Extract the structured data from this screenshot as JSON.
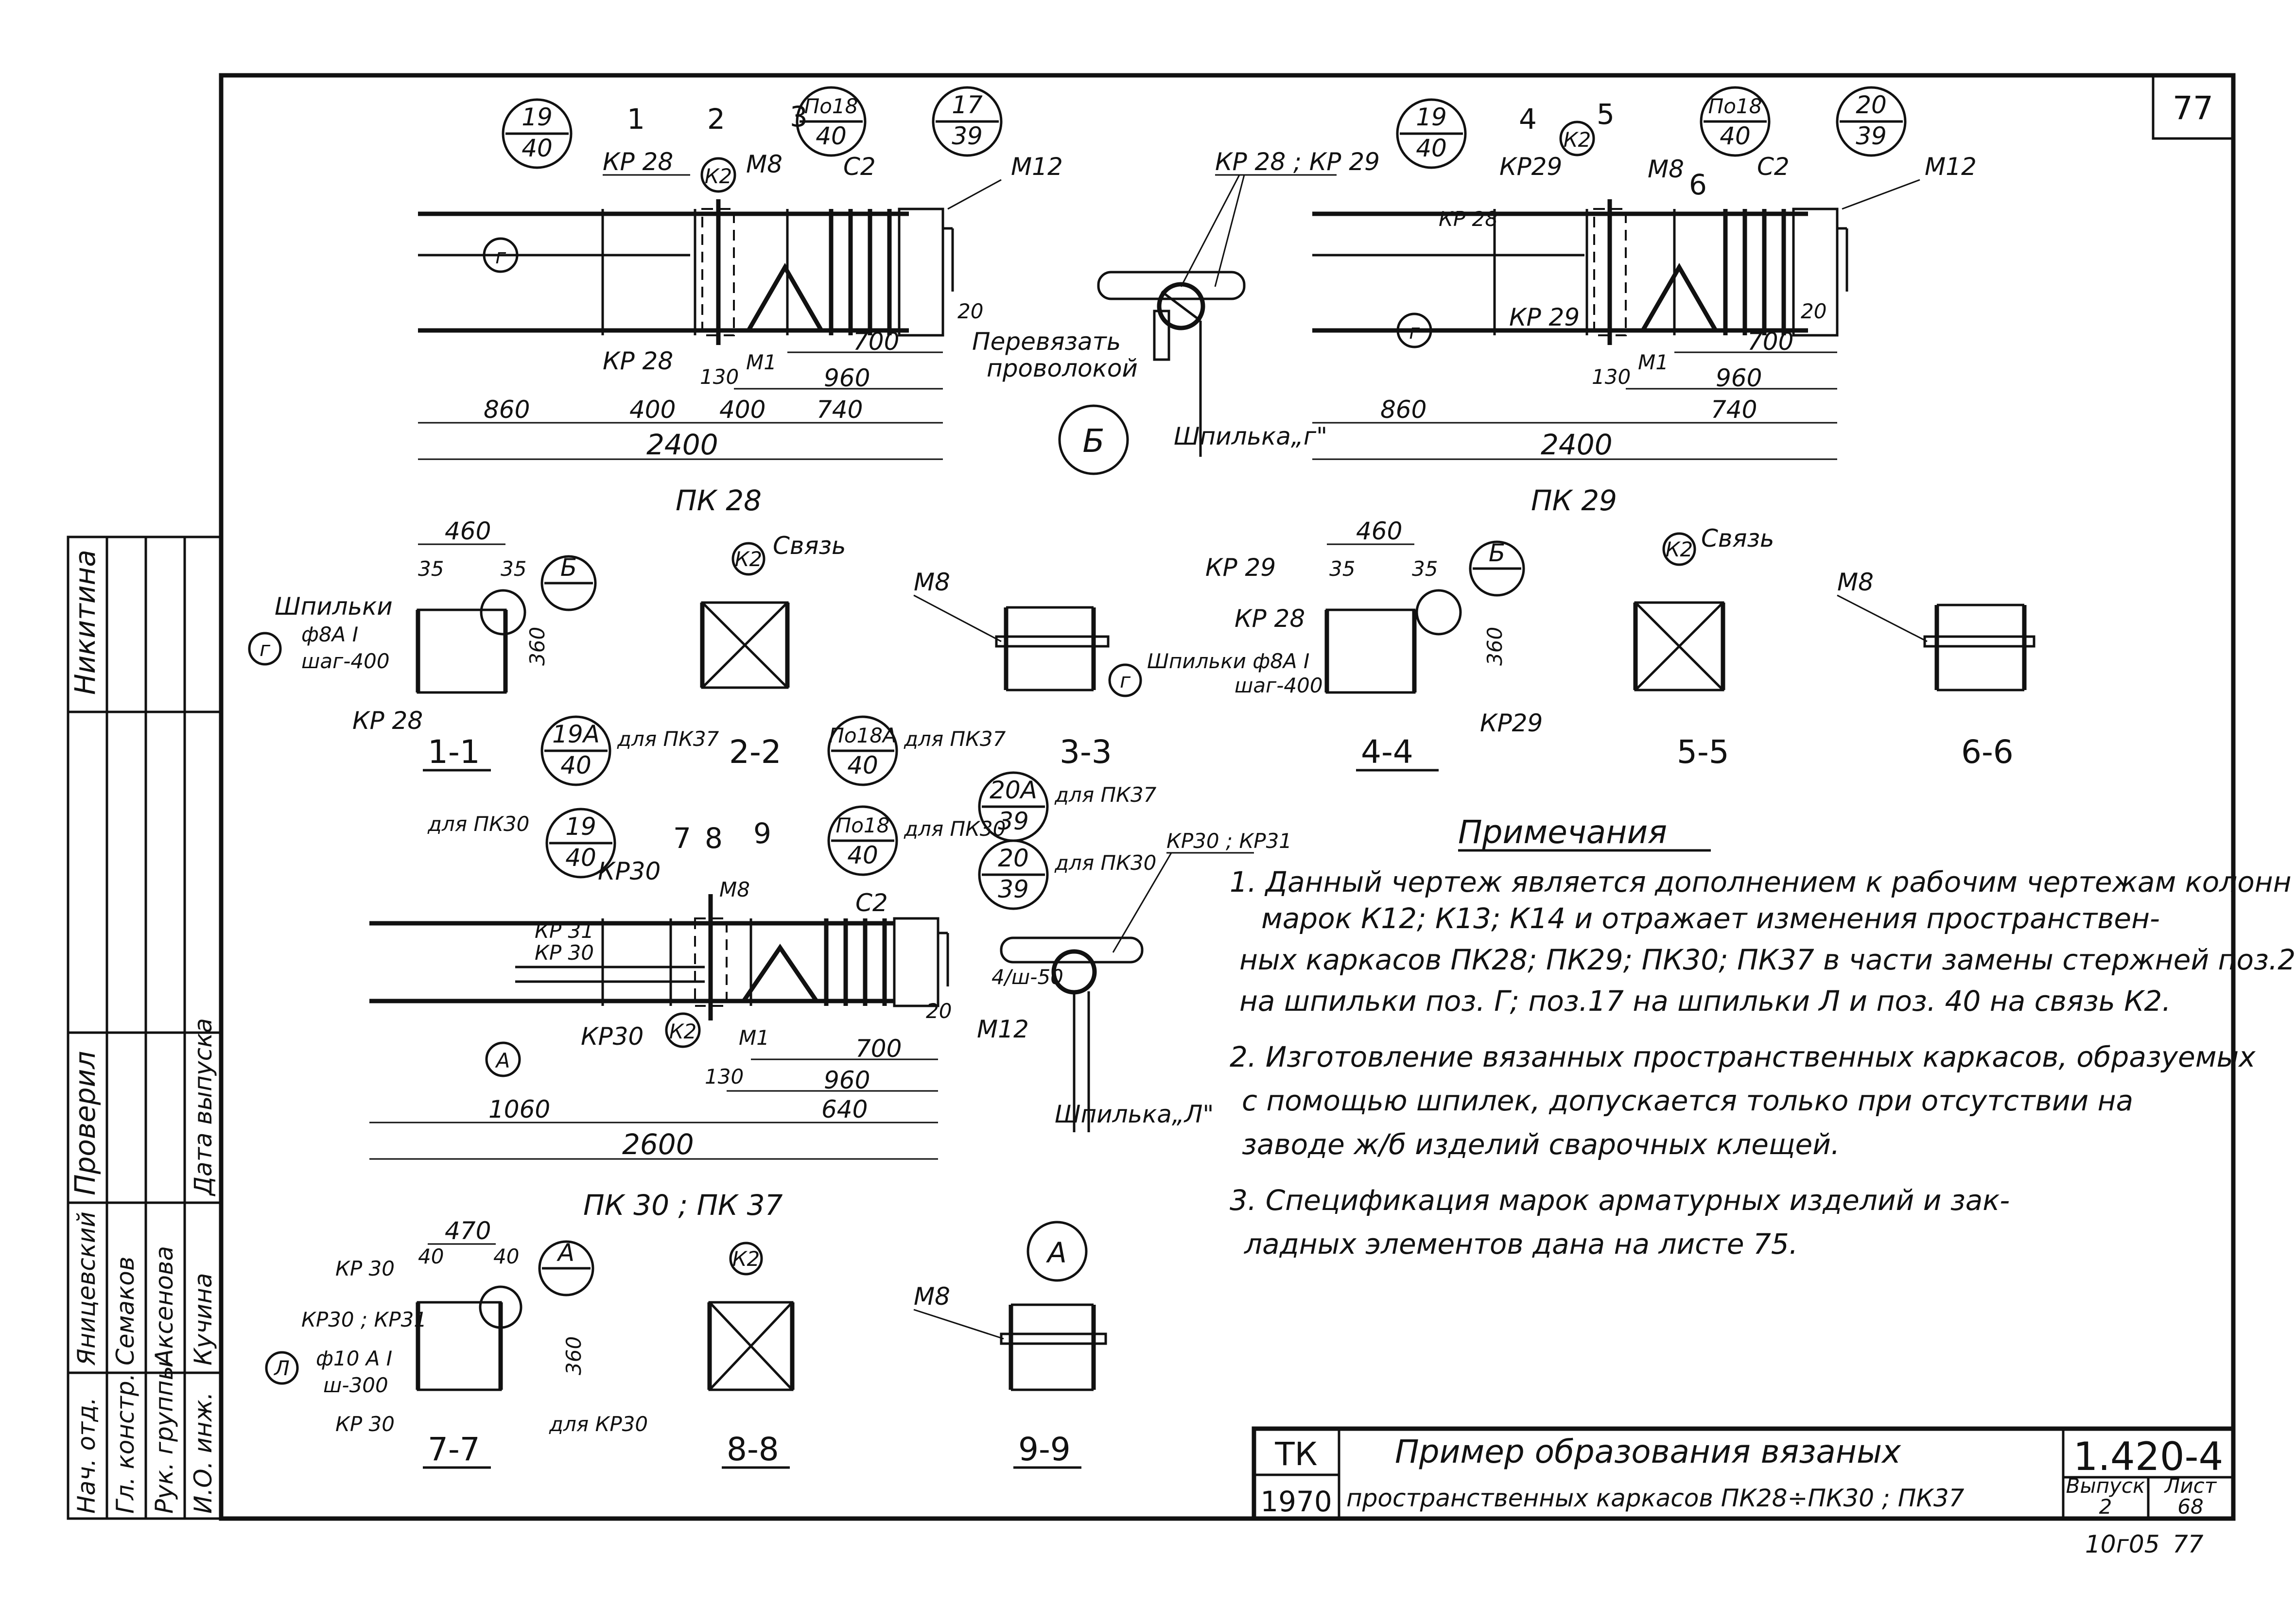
{
  "sheet_number": "77",
  "detail_main": {
    "pk28": {
      "title": "ПК 28",
      "bubbles": [
        {
          "num": "19",
          "den": "40"
        },
        {
          "num": "По18",
          "den": "40"
        },
        {
          "num": "17",
          "den": "39"
        }
      ],
      "labels": [
        "КР 28",
        "К2",
        "М8",
        "С2",
        "М12",
        "КР 28",
        "М1",
        "г"
      ],
      "section_marks": [
        "1",
        "2",
        "3"
      ],
      "dims": [
        "20",
        "700",
        "130",
        "960",
        "860",
        "400",
        "400",
        "740",
        "2400"
      ]
    },
    "pk29": {
      "title": "ПК 29",
      "bubbles": [
        {
          "num": "19",
          "den": "40"
        },
        {
          "num": "По18",
          "den": "40"
        },
        {
          "num": "20",
          "den": "39"
        }
      ],
      "labels": [
        "КР29",
        "К2",
        "М8",
        "С2",
        "М12",
        "КР 28",
        "КР 29",
        "М1",
        "г"
      ],
      "section_marks": [
        "4",
        "5",
        "6"
      ],
      "dims": [
        "20",
        "700",
        "130",
        "960",
        "860",
        "740",
        "2400"
      ]
    },
    "node_b": {
      "label": "Б",
      "top_label": "КР 28 ; КР 29",
      "tie_note_1": "Перевязать",
      "tie_note_2": "проволокой",
      "pin_label": "Шпилька„г\""
    },
    "pk30_37": {
      "title": "ПК 30 ; ПК 37",
      "bubbles": [
        {
          "num": "19",
          "den": "40",
          "note": "для ПК30"
        },
        {
          "num": "19А",
          "den": "40",
          "note": "для ПК37"
        },
        {
          "num": "По18А",
          "den": "40",
          "note": "для ПК37"
        },
        {
          "num": "По18",
          "den": "40",
          "note": "для ПК30"
        },
        {
          "num": "20А",
          "den": "39",
          "note": "для ПК37"
        },
        {
          "num": "20",
          "den": "39",
          "note": "для ПК30"
        }
      ],
      "labels": [
        "КР30",
        "КР 31",
        "КР 30",
        "М8",
        "С2",
        "КР30",
        "К2",
        "М1",
        "М12",
        "А"
      ],
      "section_marks": [
        "7",
        "8",
        "9"
      ],
      "dims": [
        "20",
        "700",
        "130",
        "960",
        "640",
        "1060",
        "2600"
      ],
      "node_a_label": "КР30 ; КР31",
      "node_a_dim": "4/ш-50",
      "pin_l": "Шпилька„Л\""
    }
  },
  "sections": {
    "s1": {
      "title": "1-1",
      "dims": [
        "460",
        "35",
        "35",
        "360"
      ],
      "pin_text": "Шпильки",
      "pin_spec_1": "ф8А I",
      "pin_spec_2": "шаг-400",
      "marker": "г",
      "node": "Б",
      "bottom_label": "КР 28"
    },
    "s2": {
      "title": "2-2",
      "label": "К2",
      "tie": "Связь"
    },
    "s3": {
      "title": "3-3",
      "label": "М8"
    },
    "s4": {
      "title": "4-4",
      "dims": [
        "460",
        "35",
        "35",
        "360"
      ],
      "top_label": "КР 29",
      "mid_label": "КР 28",
      "pin_text": "Шпильки ф8А I",
      "pin_step": "шаг-400",
      "marker": "г",
      "node": "Б",
      "bottom_label": "КР29"
    },
    "s5": {
      "title": "5-5",
      "label": "К2",
      "tie": "Связь"
    },
    "s6": {
      "title": "6-6",
      "label": "М8"
    },
    "s7": {
      "title": "7-7",
      "dims": [
        "470",
        "40",
        "40",
        "360"
      ],
      "labels": [
        "КР 30",
        "КР30 ; КР31",
        "КР 30",
        "для КР30"
      ],
      "marker": "Л",
      "pin_spec_1": "ф10 А I",
      "pin_spec_2": "ш-300",
      "node": "А"
    },
    "s8": {
      "title": "8-8",
      "label": "К2"
    },
    "s9": {
      "title": "9-9",
      "label": "М8",
      "node": "А"
    }
  },
  "notes": {
    "heading": "Примечания",
    "items": [
      "1. Данный чертеж является дополнением к рабочим чертежам колонн",
      "марок К12; К13; К14 и отражает изменения пространствен-",
      "ных каркасов ПК28; ПК29; ПК30; ПК37 в части замены стержней поз.2",
      "на шпильки поз. Г; поз.17 на шпильки Л и поз. 40 на связь К2.",
      "2. Изготовление вязанных пространственных каркасов, образуемых",
      "с помощью шпилек, допускается только при отсутствии на",
      "заводе ж/б изделий сварочных клещей.",
      "3. Спецификация марок арматурных изделий и зак-",
      "ладных элементов дана на листе 75."
    ]
  },
  "side_stamp": {
    "rows": [
      {
        "role": "Нач. отд.",
        "name": "Яницевский"
      },
      {
        "role": "Гл. констр.",
        "name": "Семаков"
      },
      {
        "role": "Рук. группы",
        "name": "Аксенова"
      },
      {
        "role": "И.О. инж.",
        "name": "Кучина"
      }
    ],
    "checked_label": "Проверил",
    "checked_name": "Никитина",
    "date_label": "Дата выпуска"
  },
  "title_block": {
    "org": "ТК",
    "year": "1970",
    "title_line1": "Пример образования вязаных",
    "title_line2": "пространственных каркасов ПК28÷ПК30 ; ПК37",
    "series": "1.420-4",
    "issue_label": "Выпуск",
    "issue": "2",
    "sheet_label": "Лист",
    "sheet": "68",
    "footer_code": "10г05",
    "footer_num": "77"
  }
}
